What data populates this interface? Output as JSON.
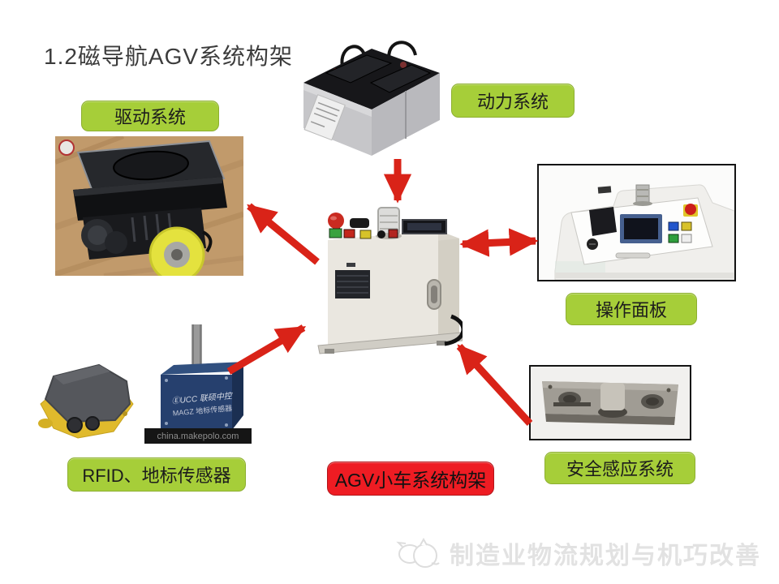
{
  "title": "1.2磁导航AGV系统构架",
  "colors": {
    "label_green": "#a6ce39",
    "label_red": "#ee1c23",
    "arrow_red": "#d92318",
    "watermark_gray": "#e2e2e2"
  },
  "components": {
    "drive": {
      "label": "驱动系统"
    },
    "power": {
      "label": "动力系统"
    },
    "panel": {
      "label": "操作面板"
    },
    "safety": {
      "label": "安全感应系统"
    },
    "rfid": {
      "label": "RFID、地标传感器"
    },
    "controller": {
      "label": "AGV小车系统构架"
    }
  },
  "landmark_sensor_photo": {
    "brand_line1": "ⒺUCC 联硕中控",
    "brand_line2": "MAGZ 地标传感器",
    "watermark": "china.makepolo.com"
  },
  "footer": {
    "watermark": "制造业物流规划与机巧改善"
  }
}
